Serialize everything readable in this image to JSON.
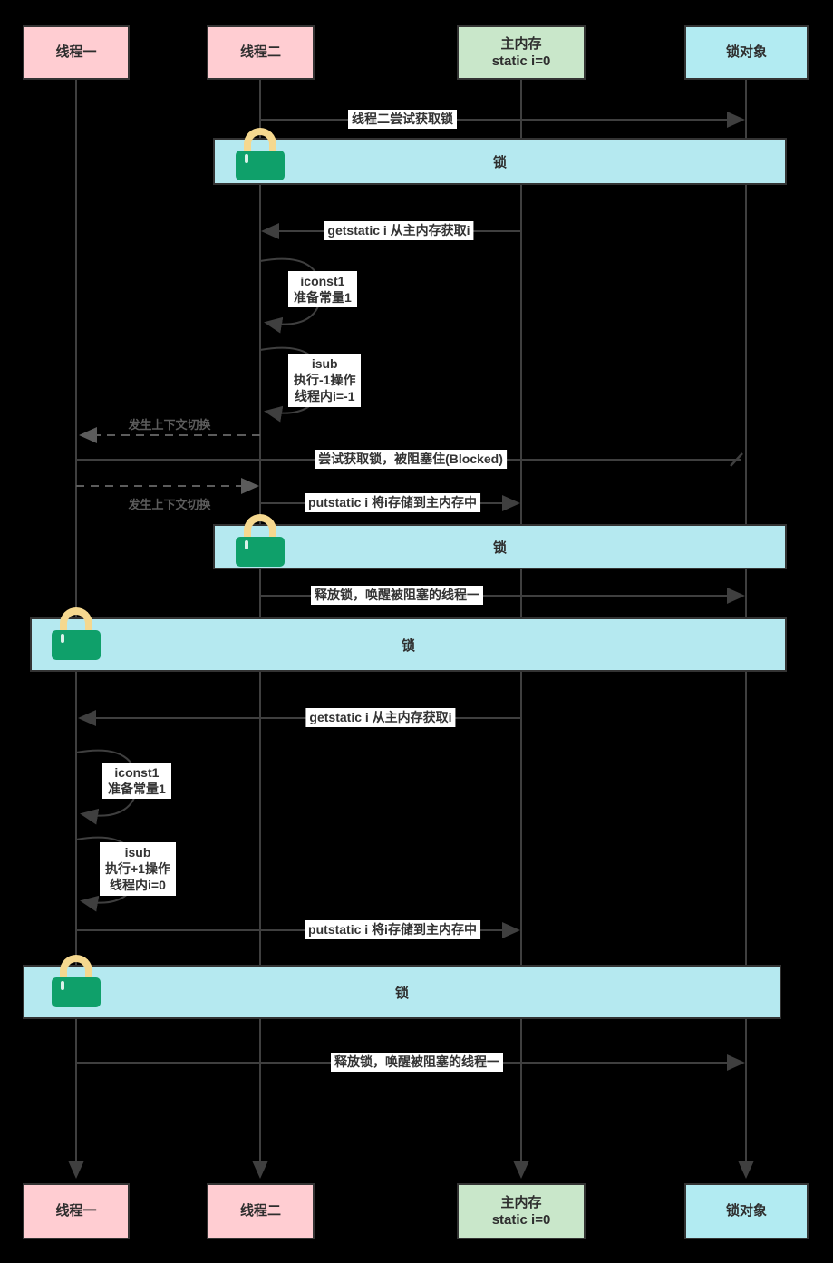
{
  "diagram": {
    "participants": [
      {
        "label": "线程一"
      },
      {
        "label": "线程二"
      },
      {
        "label": "主内存",
        "sublabel": "static i=0"
      },
      {
        "label": "锁对象"
      }
    ],
    "lock_bar_label": "锁",
    "messages": [
      {
        "text": "线程二尝试获取锁"
      },
      {
        "text": "getstatic i 从主内存获取i"
      },
      {
        "lines": [
          "iconst1",
          "准备常量1"
        ]
      },
      {
        "lines": [
          "isub",
          "执行-1操作",
          "线程内i=-1"
        ]
      },
      {
        "text": "发生上下文切换"
      },
      {
        "text": "尝试获取锁，被阻塞住(Blocked)"
      },
      {
        "text": "发生上下文切换"
      },
      {
        "text": "putstatic i 将i存储到主内存中"
      },
      {
        "text": "释放锁，唤醒被阻塞的线程一"
      },
      {
        "text": "getstatic i 从主内存获取i"
      },
      {
        "lines": [
          "iconst1",
          "准备常量1"
        ]
      },
      {
        "lines": [
          "isub",
          "执行+1操作",
          "线程内i=0"
        ]
      },
      {
        "text": "putstatic i 将i存储到主内存中"
      },
      {
        "text": "释放锁，唤醒被阻塞的线程一"
      }
    ],
    "colors": {
      "thread_box": "#ffcdd2",
      "memory_box": "#c9e7ca",
      "lock_object_box": "#b2ebf2",
      "lock_bar": "#b5e9f0",
      "lock_body": "#0fa06a",
      "lock_shackle": "#f5d88f",
      "line": "#3f3f3f",
      "dashed_line": "#5c5c5c",
      "background": "#000000"
    }
  }
}
